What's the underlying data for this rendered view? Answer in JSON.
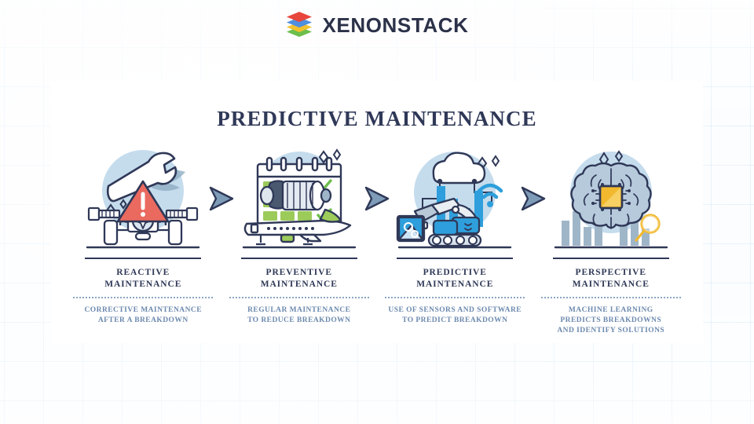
{
  "header": {
    "brand": "XENONSTACK",
    "logo_icon": "xenonstack-stacked-layers-logo",
    "logo_colors": [
      "#e8453c",
      "#4f8fe0",
      "#f2c12e",
      "#6cbf4b"
    ]
  },
  "card": {
    "title": "PREDICTIVE MAINTENANCE",
    "title_color": "#2f3857",
    "background": "#ffffff"
  },
  "stages": [
    {
      "id": "reactive",
      "title": "REACTIVE\nMAINTENANCE",
      "title_line1": "REACTIVE",
      "title_line2": "MAINTENANCE",
      "description": "CORRECTIVE MAINTENANCE AFTER A BREAKDOWN",
      "desc_line1": "CORRECTIVE MAINTENANCE",
      "desc_line2": "AFTER A BREAKDOWN",
      "desc_line3": "",
      "icon": "broken-axle-wrench-warning-icon",
      "accent": "#e8645c"
    },
    {
      "id": "preventive",
      "title_line1": "PREVENTIVE",
      "title_line2": "MAINTENANCE",
      "description": "REGULAR MAINTENANCE TO REDUCE BREAKDOWN",
      "desc_line1": "REGULAR MAINTENANCE",
      "desc_line2": "TO REDUCE BREAKDOWN",
      "desc_line3": "",
      "icon": "calendar-checklist-airplane-engine-icon",
      "accent": "#8cc63f"
    },
    {
      "id": "predictive",
      "title_line1": "PREDICTIVE",
      "title_line2": "MAINTENANCE",
      "description": "USE OF SENSORS AND SOFTWARE TO PREDICT BREAKDOWN",
      "desc_line1": "USE OF SENSORS AND SOFTWARE",
      "desc_line2": "TO PREDICT BREAKDOWN",
      "desc_line3": "",
      "icon": "cloud-sensors-excavator-wifi-icon",
      "accent": "#2e9fdc"
    },
    {
      "id": "perspective",
      "title_line1": "PERSPECTIVE",
      "title_line2": "MAINTENANCE",
      "description": "MACHINE LEARNING PREDICTS BREAKDOWNS AND IDENTIFY SOLUTIONS",
      "desc_line1": "MACHINE LEARNING",
      "desc_line2": "PREDICTS BREAKDOWNS",
      "desc_line3": "AND IDENTIFY SOLUTIONS",
      "icon": "brain-cpu-chip-analytics-icon",
      "accent": "#f0b429"
    }
  ],
  "theme": {
    "page_background": "#fbfdff",
    "grid_line": "#c4def2",
    "circle_fill": "#c5dced",
    "ink": "#2f3857",
    "desc_text": "#6c89ae",
    "arrow_fill": "#7e9cb8",
    "arrow_stroke": "#2f3857"
  }
}
